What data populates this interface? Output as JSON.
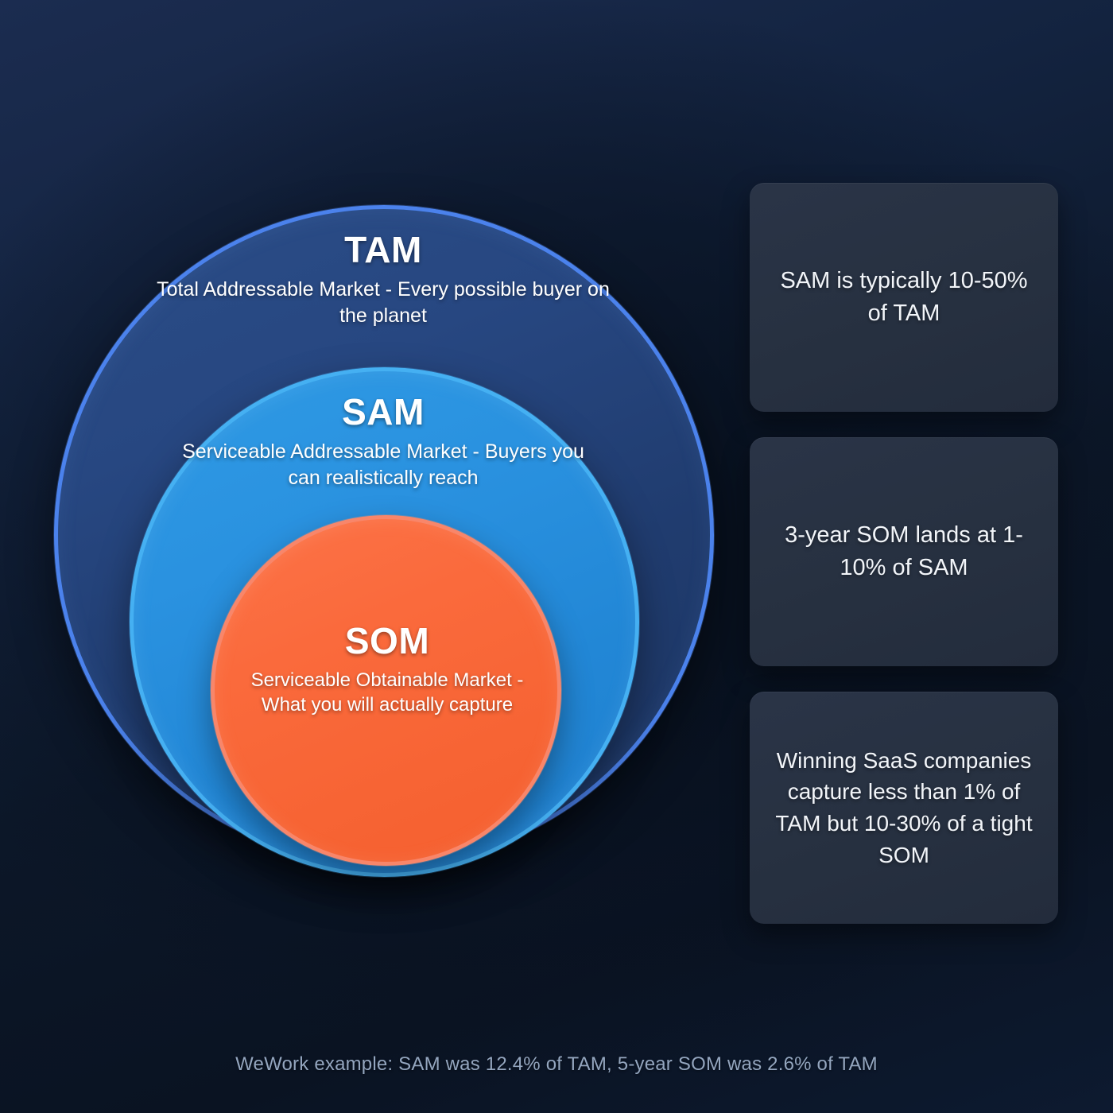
{
  "background": {
    "base_color": "#0b1628",
    "edge_color": "#1b2c50"
  },
  "diagram": {
    "type": "concentric-circles",
    "title_hidden": "",
    "rings": [
      {
        "id": "tam",
        "acronym": "TAM",
        "description": "Total Addressable Market - Every possible buyer on the planet",
        "fill_color": "#274781",
        "border_color": "#4b82ec",
        "relative_size": 100
      },
      {
        "id": "sam",
        "acronym": "SAM",
        "description": "Serviceable Addressable Market - Buyers you can realistically reach",
        "fill_color": "#2a92e0",
        "border_color": "#45b0f2",
        "relative_size": 77
      },
      {
        "id": "som",
        "acronym": "SOM",
        "description": "Serviceable Obtainable Market - What you will actually capture",
        "fill_color": "#fa6a3c",
        "border_color": "#f8866a",
        "relative_size": 53
      }
    ]
  },
  "stat_cards": [
    {
      "id": "sam-share-of-tam",
      "text": "SAM is typically 10-50% of TAM"
    },
    {
      "id": "som-share-of-sam",
      "text": "3-year SOM lands at 1-10% of SAM"
    },
    {
      "id": "winning-saas-capture",
      "text": "Winning SaaS companies capture less than 1% of TAM but 10-30% of a tight SOM"
    }
  ],
  "footer": {
    "note": "WeWork example: SAM was 12.4% of TAM, 5-year SOM was 2.6% of TAM"
  }
}
